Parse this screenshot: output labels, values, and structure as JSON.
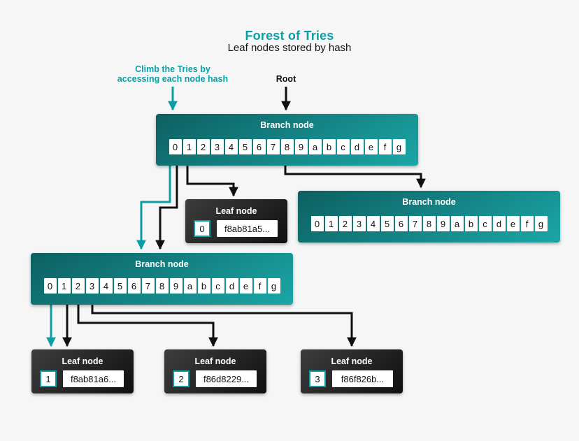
{
  "header": {
    "title": "Forest of Tries",
    "subtitle": "Leaf nodes stored by hash"
  },
  "annotations": {
    "climb_line1": "Climb the Tries by",
    "climb_line2": "accessing each node hash",
    "root_label": "Root"
  },
  "cells": [
    "0",
    "1",
    "2",
    "3",
    "4",
    "5",
    "6",
    "7",
    "8",
    "9",
    "a",
    "b",
    "c",
    "d",
    "e",
    "f",
    "g"
  ],
  "nodes": {
    "branch_top": {
      "label": "Branch node"
    },
    "branch_right": {
      "label": "Branch node"
    },
    "branch_left": {
      "label": "Branch node"
    },
    "leaf_mid": {
      "label": "Leaf node",
      "index": "0",
      "hash": "f8ab81a5..."
    },
    "leaf_1": {
      "label": "Leaf node",
      "index": "1",
      "hash": "f8ab81a6..."
    },
    "leaf_2": {
      "label": "Leaf node",
      "index": "2",
      "hash": "f86d8229..."
    },
    "leaf_3": {
      "label": "Leaf node",
      "index": "3",
      "hash": "f86f826b..."
    }
  },
  "colors": {
    "accent_teal": "#0b9fa4",
    "branch_gradient_dark": "#0d5f61",
    "branch_gradient_light": "#1ba6a6",
    "leaf_gradient_dark": "#101010",
    "leaf_gradient_light": "#3d3d3d",
    "connector_black": "#101010",
    "background": "#f6f6f7"
  }
}
